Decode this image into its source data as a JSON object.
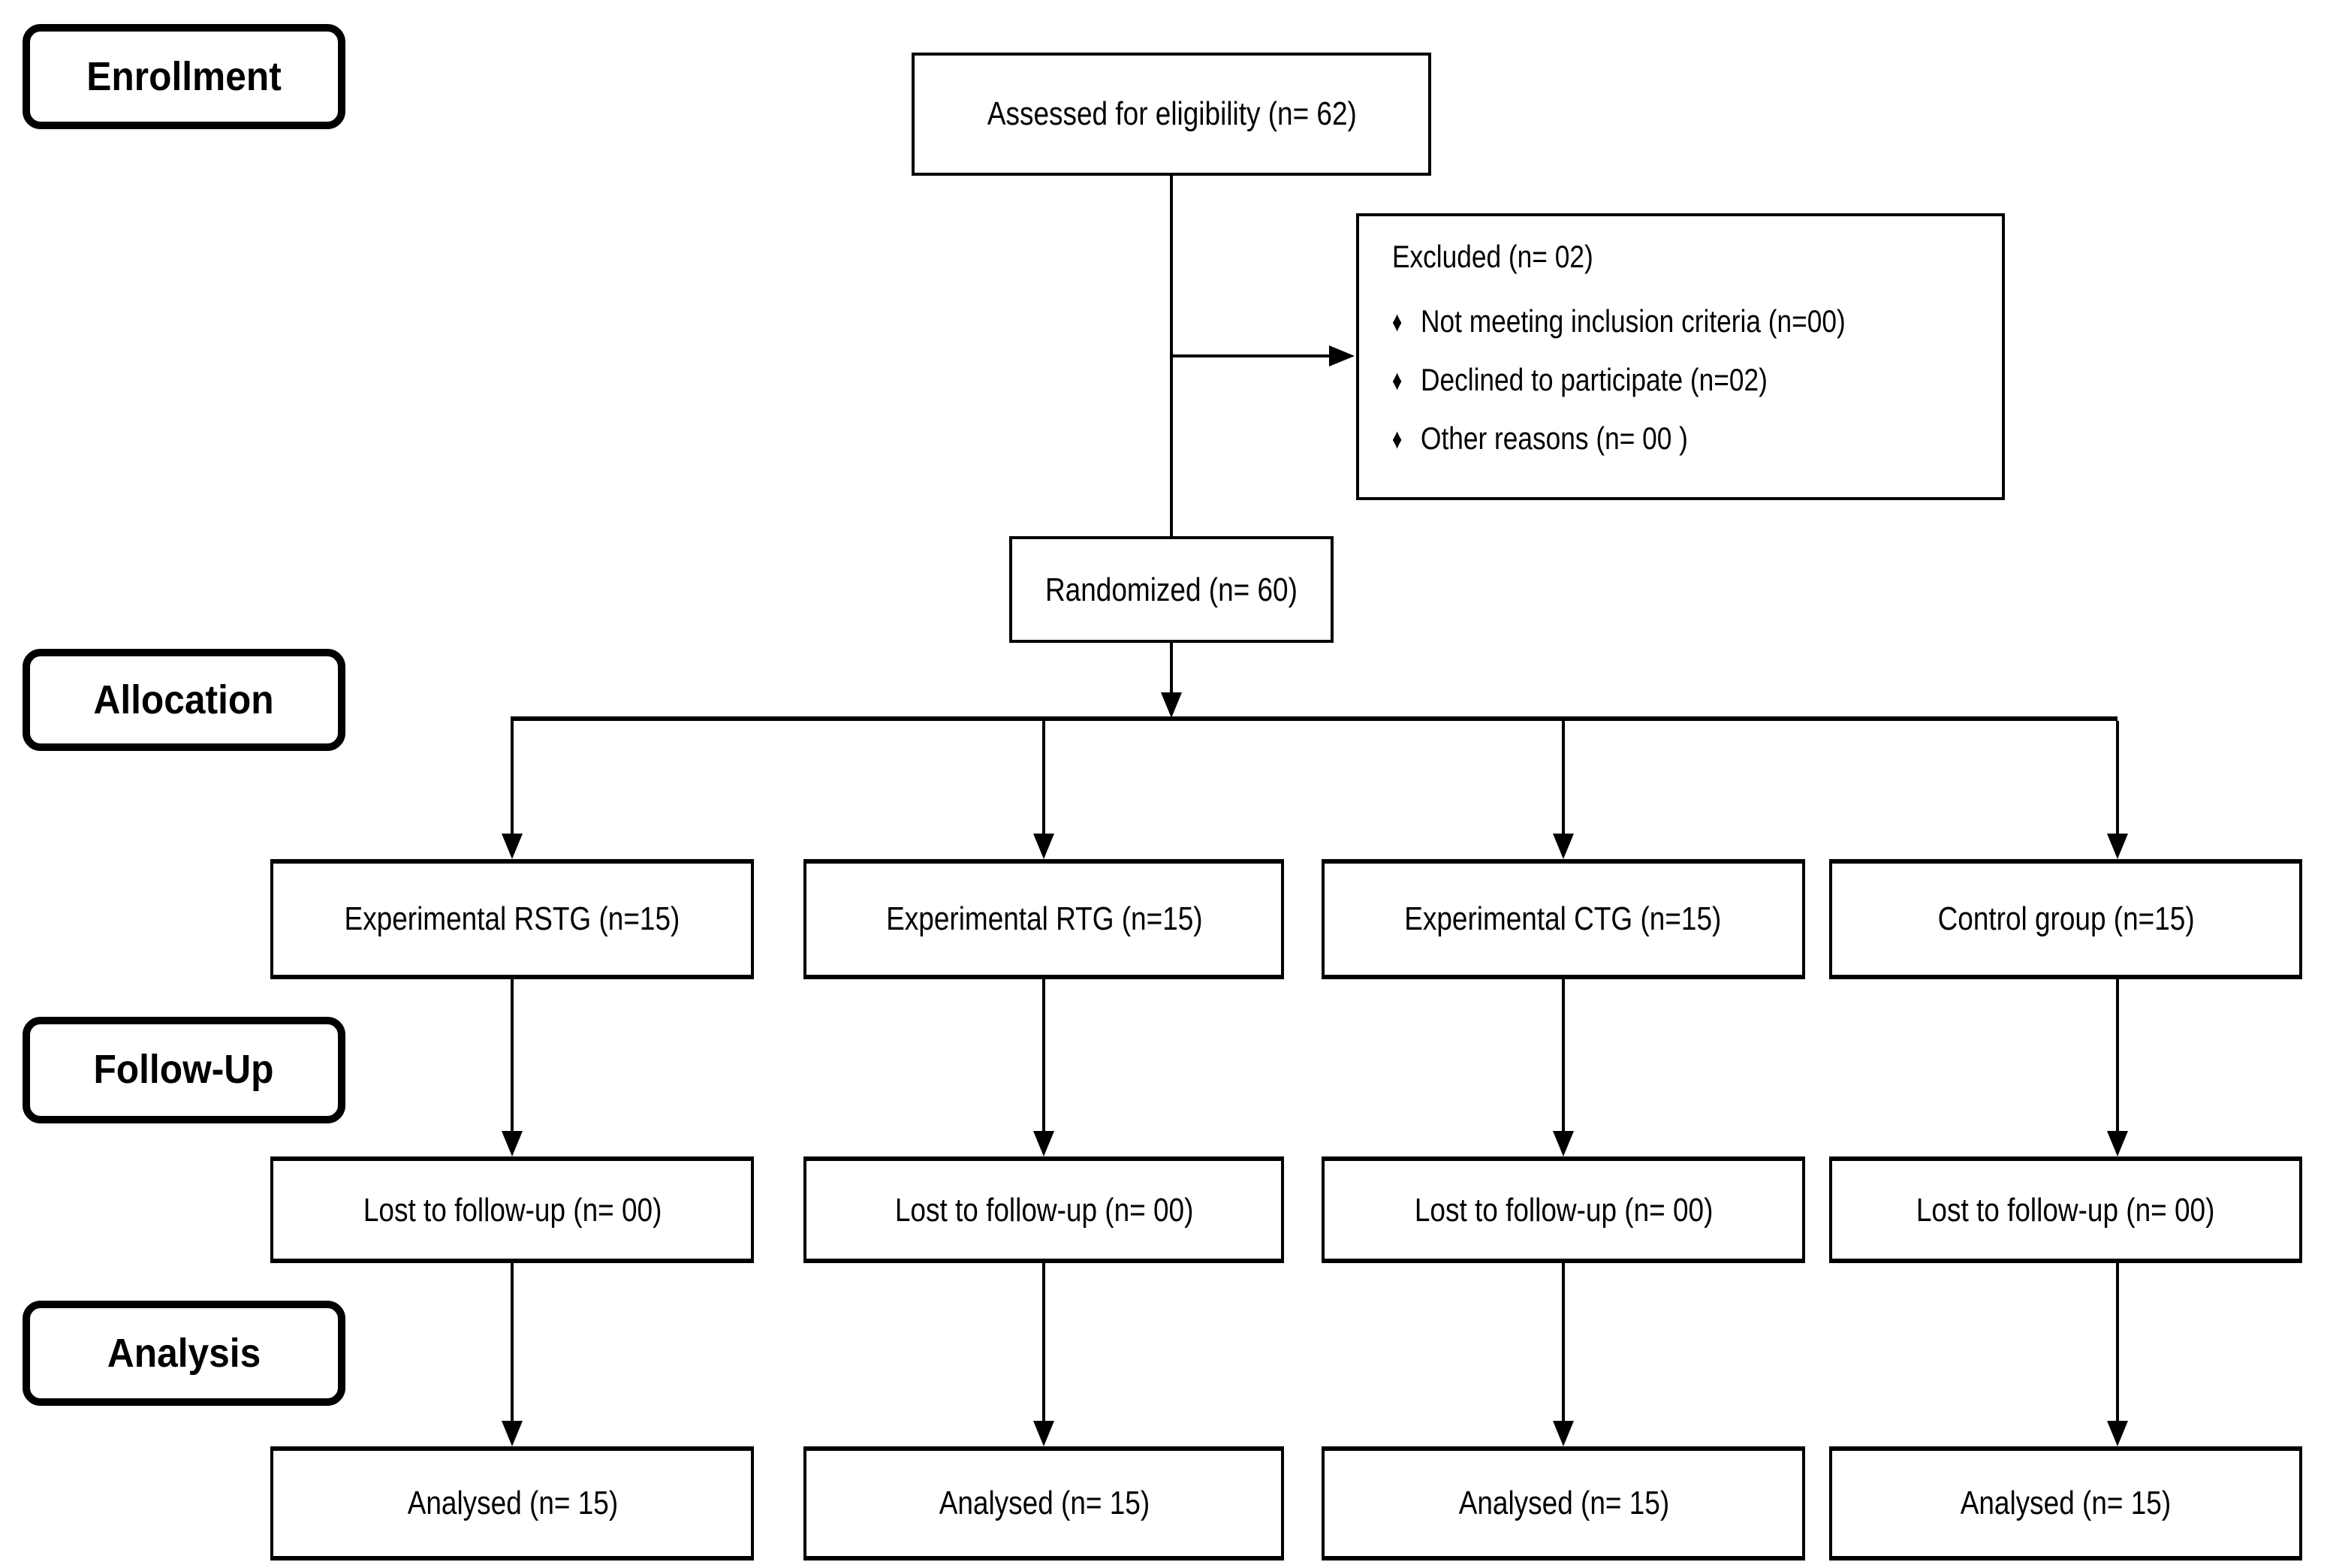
{
  "diagram": {
    "type": "consort-flow",
    "bullet": "♦",
    "colors": {
      "line": "#000000",
      "background": "#ffffff",
      "text": "#000000"
    },
    "stages": {
      "enrollment": "Enrollment",
      "allocation": "Allocation",
      "followup": "Follow-Up",
      "analysis": "Analysis"
    },
    "flow": {
      "assessed": "Assessed for eligibility (n= 62)",
      "excluded": {
        "title": "Excluded (n= 02)",
        "items": [
          "Not meeting inclusion criteria (n=00)",
          "Declined to participate (n=02)",
          "Other reasons (n= 00 )"
        ]
      },
      "randomized": "Randomized (n= 60)",
      "groups": [
        {
          "allocated": "Experimental RSTG (n=15)",
          "lost": "Lost to follow-up (n= 00)",
          "analysed": "Analysed (n= 15)"
        },
        {
          "allocated": "Experimental RTG (n=15)",
          "lost": "Lost to follow-up (n= 00)",
          "analysed": "Analysed (n= 15)"
        },
        {
          "allocated": "Experimental CTG (n=15)",
          "lost": "Lost to follow-up (n= 00)",
          "analysed": "Analysed (n= 15)"
        },
        {
          "allocated": "Control group (n=15)",
          "lost": "Lost to follow-up (n= 00)",
          "analysed": "Analysed (n= 15)"
        }
      ]
    }
  }
}
